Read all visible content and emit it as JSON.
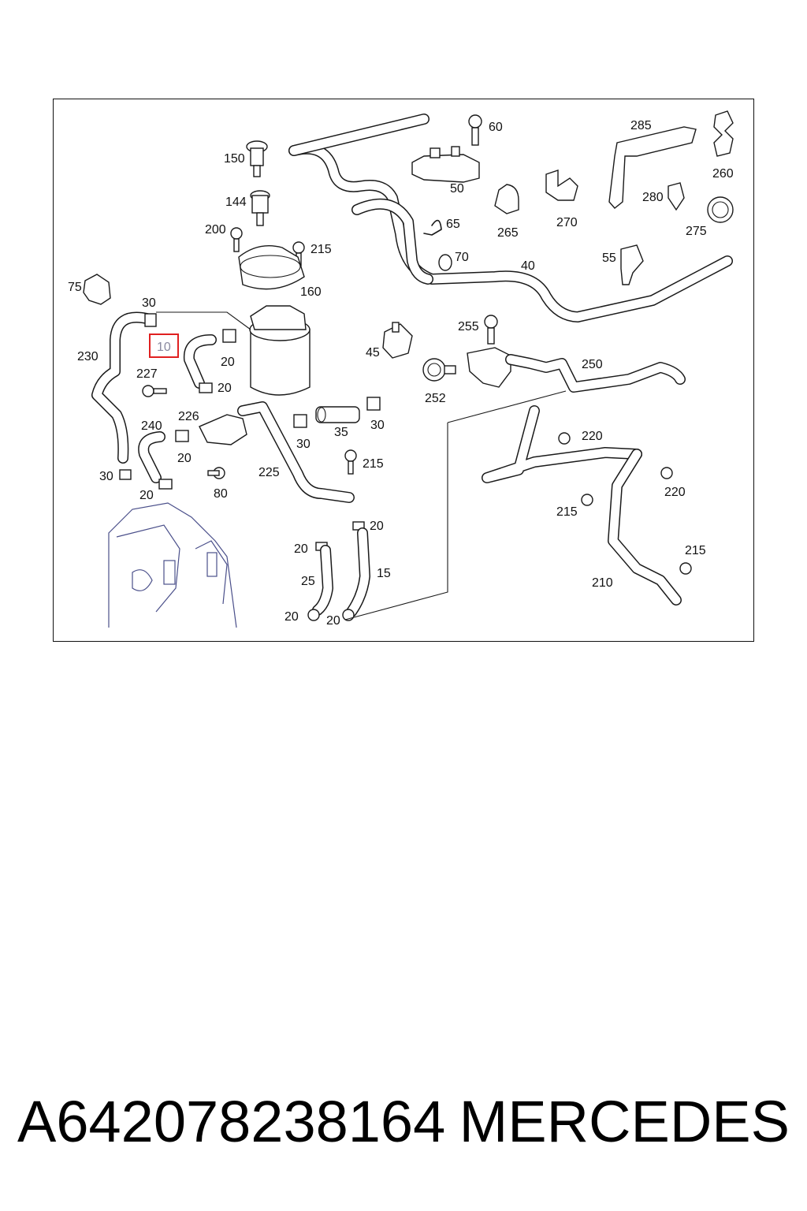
{
  "diagram": {
    "highlighted_label": "10",
    "callouts": [
      "150",
      "144",
      "200",
      "215",
      "160",
      "75",
      "30",
      "10",
      "20",
      "20",
      "230",
      "227",
      "226",
      "240",
      "20",
      "30",
      "20",
      "80",
      "225",
      "20",
      "20",
      "25",
      "20",
      "15",
      "20",
      "60",
      "285",
      "260",
      "50",
      "280",
      "270",
      "65",
      "265",
      "275",
      "70",
      "40",
      "55",
      "255",
      "45",
      "250",
      "252",
      "30",
      "35",
      "30",
      "215",
      "220",
      "220",
      "215",
      "215",
      "210"
    ]
  },
  "caption": {
    "part_number": "A642078238164",
    "brand": "MERCEDES"
  }
}
